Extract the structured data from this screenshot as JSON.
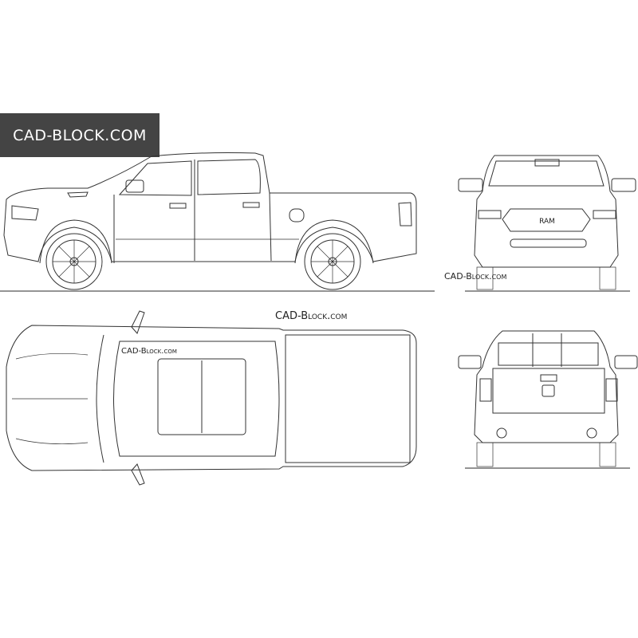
{
  "banner": {
    "label": "CAD-BLOCK.COM"
  },
  "watermarks": {
    "front_view": "CAD-Block.com",
    "top_view_header": "CAD-Block.com",
    "top_view_roof": "CAD-Block.com"
  },
  "views": [
    "side",
    "front",
    "top",
    "rear"
  ],
  "grille_badge": "RAM"
}
